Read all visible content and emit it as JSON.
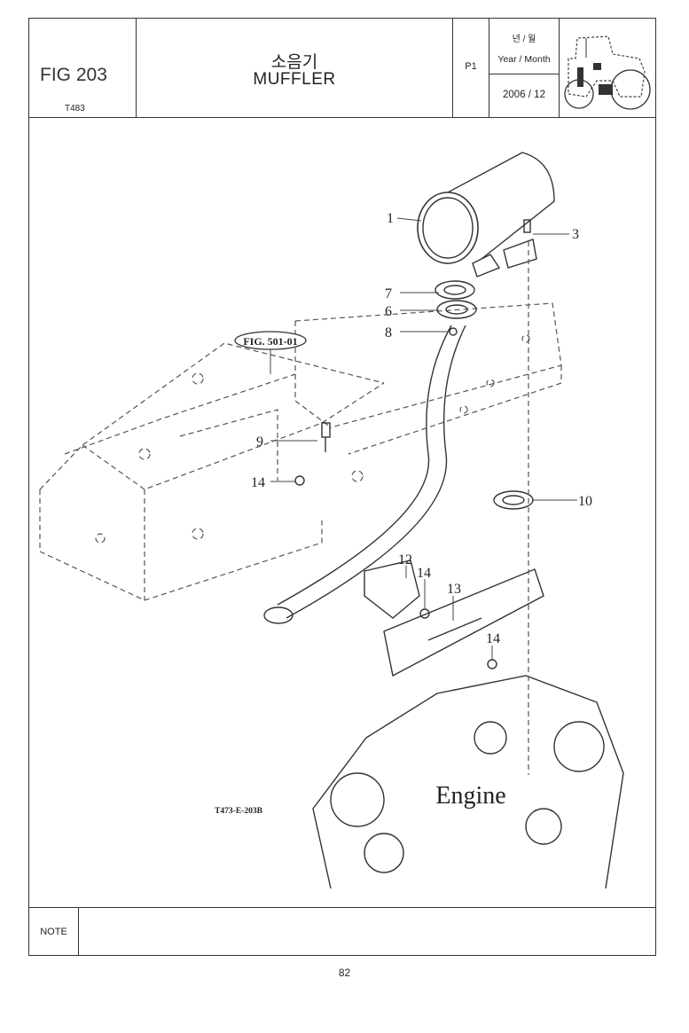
{
  "header": {
    "fig_number": "FIG 203",
    "model": "T483",
    "title_korean": "소음기",
    "title_english": "MUFFLER",
    "page_ref": "P1",
    "date_label_korean": "년 / 월",
    "date_label_english": "Year / Month",
    "date_value": "2006 / 12"
  },
  "diagram": {
    "callouts": [
      "1",
      "3",
      "7",
      "6",
      "8",
      "9",
      "14",
      "10",
      "12",
      "14",
      "13",
      "14"
    ],
    "reference_label": "FIG. 501-01",
    "engine_label": "Engine",
    "drawing_code": "T473-E-203B"
  },
  "note": {
    "label": "NOTE",
    "text": ""
  },
  "footer": {
    "page_number": "82"
  }
}
